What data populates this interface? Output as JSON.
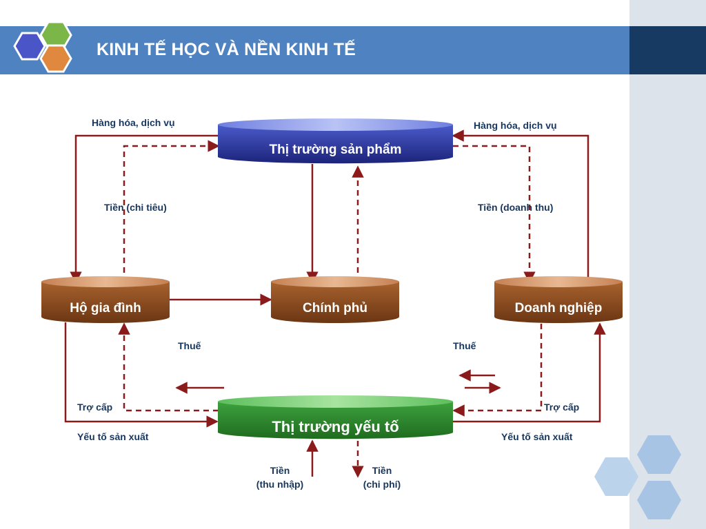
{
  "title": "KINH TẾ HỌC VÀ NỀN KINH TẾ",
  "nodes": {
    "product_market": "Thị trường sản phẩm",
    "household": "Hộ gia đình",
    "government": "Chính phủ",
    "business": "Doanh nghiệp",
    "factor_market": "Thị trường yếu tố"
  },
  "labels": {
    "goods_left": "Hàng hóa, dịch vụ",
    "goods_right": "Hàng hóa, dịch vụ",
    "money_spending": "Tiền (chi tiêu)",
    "money_revenue": "Tiền (doanh thu)",
    "tax_left": "Thuế",
    "tax_right": "Thuế",
    "subsidy_left": "Trợ cấp",
    "subsidy_right": "Trợ cấp",
    "factors_left": "Yếu tố sản xuất",
    "factors_right": "Yếu tố sản xuất",
    "money_income_line1": "Tiền",
    "money_income_line2": "(thu nhập)",
    "money_cost_line1": "Tiền",
    "money_cost_line2": "(chi phí)"
  },
  "colors": {
    "title_bar": "#4f82c0",
    "flow_arrow": "#8b1a1a",
    "product_market": "#2e3a9c",
    "factor_market": "#2e8b2e",
    "actor_node": "#8a4a1e"
  }
}
